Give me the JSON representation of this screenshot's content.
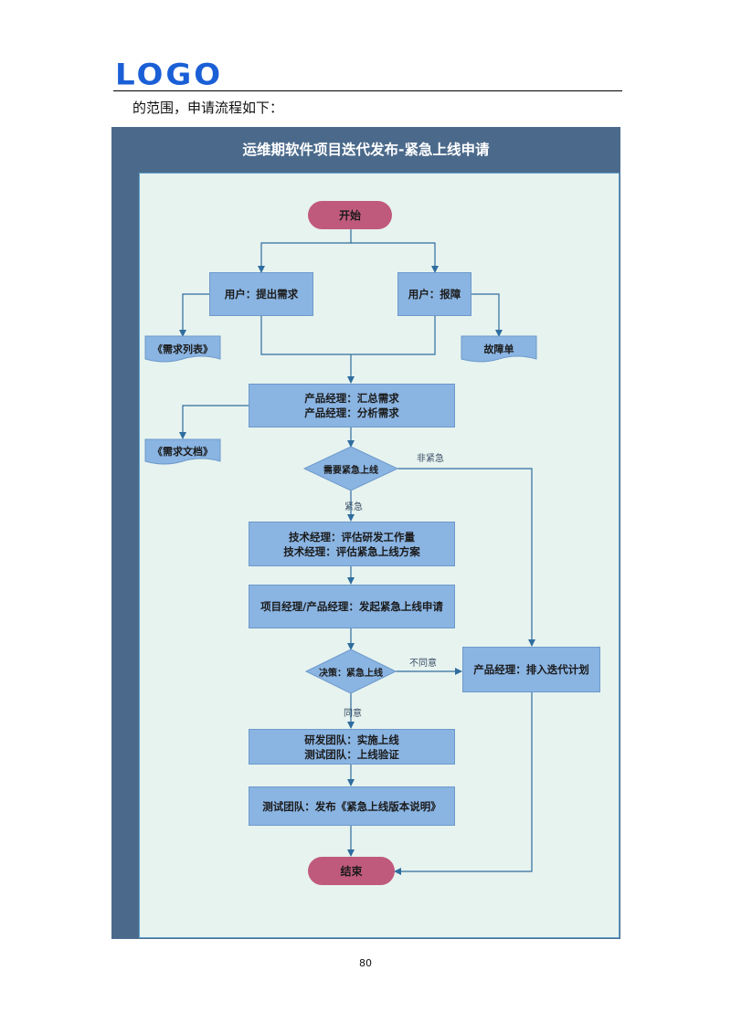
{
  "header": {
    "logo": "LOGO"
  },
  "intro_text": "的范围，申请流程如下：",
  "page_number": "80",
  "diagram": {
    "title": "运维期软件项目迭代发布-紧急上线申请",
    "nodes": {
      "start": "开始",
      "user_request": "用户：提出需求",
      "user_report": "用户：报障",
      "req_list": "《需求列表》",
      "fault_ticket": "故障单",
      "pm_summary_1": "产品经理：汇总需求",
      "pm_summary_2": "产品经理：分析需求",
      "req_doc": "《需求文档》",
      "need_urgent": "需要紧急上线",
      "tech_eval_1": "技术经理：评估研发工作量",
      "tech_eval_2": "技术经理：评估紧急上线方案",
      "initiate": "项目经理/产品经理：发起紧急上线申请",
      "decision": "决策：紧急上线",
      "pm_iteration": "产品经理：排入迭代计划",
      "dev_impl_1": "研发团队：实施上线",
      "dev_impl_2": "测试团队：上线验证",
      "release_notes": "测试团队：发布《紧急上线版本说明》",
      "end": "结束"
    },
    "edge_labels": {
      "non_urgent": "非紧急",
      "urgent": "紧急",
      "disagree": "不同意",
      "agree": "同意"
    },
    "colors": {
      "frame": "#4b6a8b",
      "canvas": "#e7f3ef",
      "process": "#8ab4e2",
      "terminal": "#c05a7d",
      "connector": "#2f6d9e"
    }
  }
}
